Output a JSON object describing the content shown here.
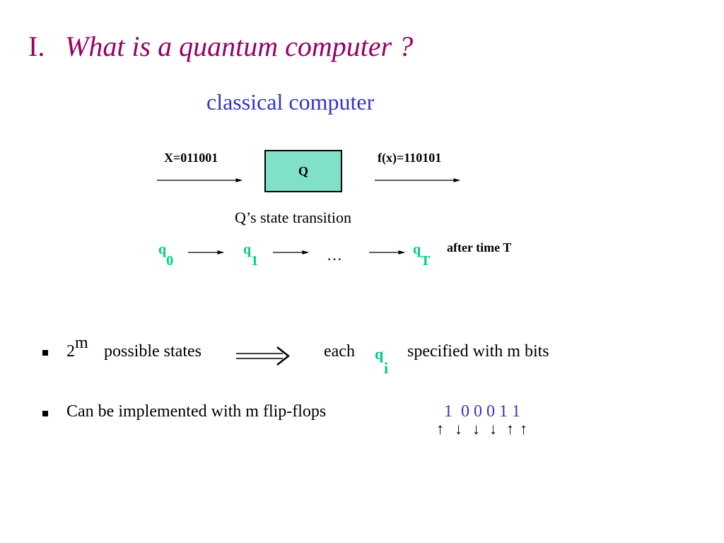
{
  "slide": {
    "title_number": "I.",
    "title": "What is a quantum computer ?",
    "subtitle": "classical computer"
  },
  "diagram": {
    "input_label": "X=011001",
    "box_label": "Q",
    "output_label": "f(x)=110101",
    "transition_label": "Q’s state transition",
    "states": [
      {
        "letter": "q",
        "sub": "0"
      },
      {
        "letter": "q",
        "sub": "1"
      },
      {
        "letter": "q",
        "sub": "T"
      }
    ],
    "ellipsis": "…",
    "after_label": "after time T"
  },
  "bullets": {
    "b1": {
      "base": "2",
      "exponent": "m",
      "text1": "possible states",
      "text2": "each",
      "q_letter": "q",
      "q_sub": "i",
      "text3": "specified with  m  bits"
    },
    "b2": {
      "text": "Can be implemented with  m  flip-flops",
      "bits": "1  0 0 0 1 1",
      "arrows": [
        "↑",
        "↓",
        "↓",
        "↓",
        "↑",
        "↑"
      ]
    }
  },
  "colors": {
    "title": "#990066",
    "subtitle": "#3333cc",
    "box_fill": "#80e0c8",
    "state_green": "#00cc88",
    "bits_blue": "#3333cc"
  }
}
